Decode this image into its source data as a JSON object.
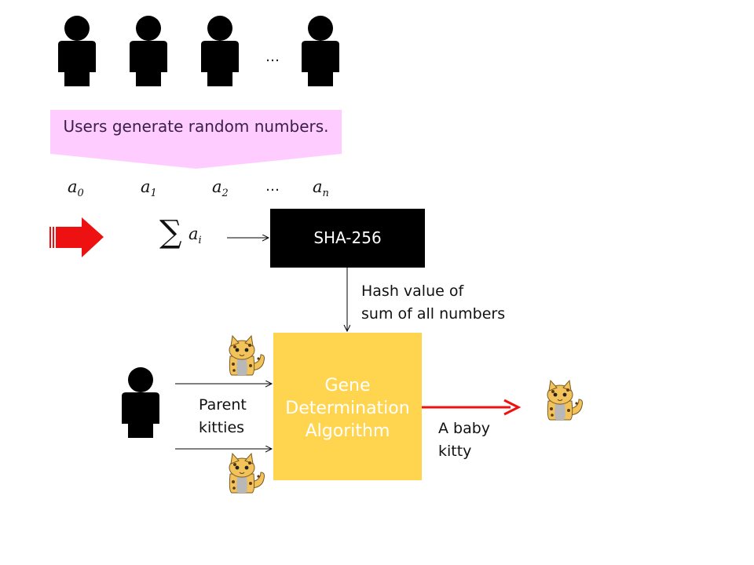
{
  "users_banner": {
    "text": "Users generate random numbers.",
    "fill": "#ffccff"
  },
  "ellipsis": "…",
  "random_numbers": [
    {
      "base": "a",
      "sub": "0"
    },
    {
      "base": "a",
      "sub": "1"
    },
    {
      "base": "a",
      "sub": "2"
    },
    {
      "base": "a",
      "sub": "n"
    }
  ],
  "sum_expr": {
    "symbol": "∑",
    "base": "a",
    "sub": "i"
  },
  "hash_box": {
    "label": "SHA-256",
    "fill": "#000000",
    "text_color": "#ffffff"
  },
  "hash_caption": [
    "Hash value of",
    "sum of all numbers"
  ],
  "gene_box": {
    "label": [
      "Gene",
      "Determination",
      "Algorithm"
    ],
    "fill": "#ffd44f",
    "text_color": "#ffffff"
  },
  "parent_caption": [
    "Parent",
    "kitties"
  ],
  "baby_caption": [
    "A baby",
    "kitty"
  ],
  "colors": {
    "accent_red": "#ee1111",
    "arrow_black": "#000000",
    "user_icon": "#000000"
  },
  "icons": {
    "user": "person-icon",
    "kitty": "kitty-icon",
    "block_arrow": "block-arrow-icon"
  }
}
